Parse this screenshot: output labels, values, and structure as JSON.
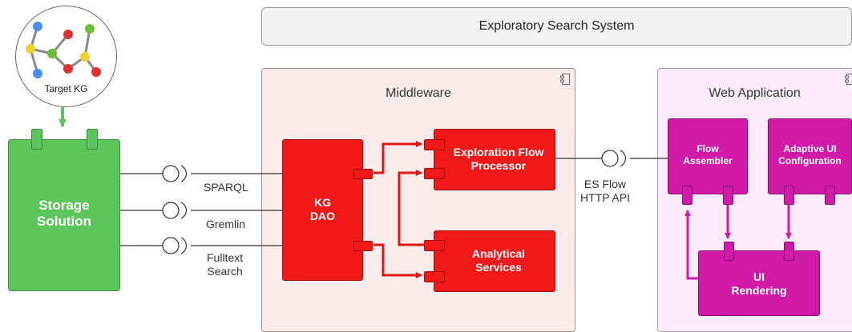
{
  "header": {
    "title": "Exploratory Search System"
  },
  "target_kg": {
    "label": "Target KG"
  },
  "storage": {
    "label": "Storage\nSolution"
  },
  "middleware": {
    "title": "Middleware",
    "kg_dao": "KG\nDAO",
    "exploration_flow_processor": "Exploration Flow\nProcessor",
    "analytical_services": "Analytical\nServices"
  },
  "web_application": {
    "title": "Web Application",
    "flow_assembler": "Flow\nAssembler",
    "adaptive_ui_configuration": "Adaptive UI\nConfiguration",
    "ui_rendering": "UI\nRendering"
  },
  "interfaces": {
    "sparql": "SPARQL",
    "gremlin": "Gremlin",
    "fulltext_search": "Fulltext\nSearch",
    "es_flow_api": "ES Flow\nHTTP API"
  },
  "icons": [
    "graph-icon",
    "component-icon"
  ],
  "colors": {
    "storage": "#5cc55c",
    "middleware_component": "#f01818",
    "webapp_component": "#d21aa8",
    "middleware_bg": "#fbecec",
    "webapp_bg": "#fcebfa"
  }
}
